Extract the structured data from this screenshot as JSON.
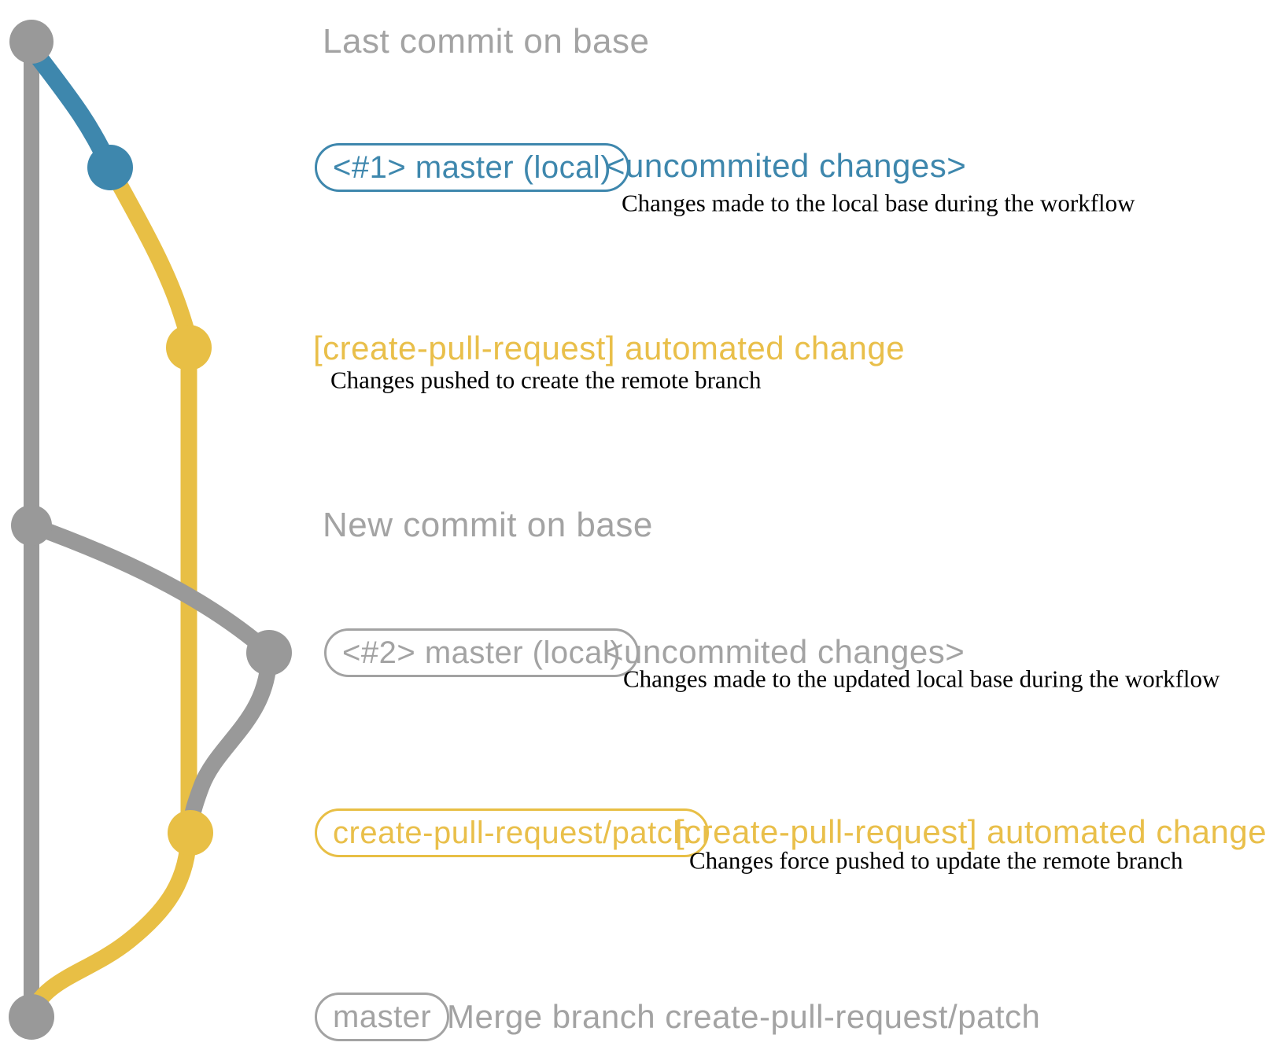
{
  "colors": {
    "gray": "#999999",
    "gray_text": "#a3a3a3",
    "blue": "#3e87ad",
    "yellow": "#e8bf45",
    "yellow_text": "#e9bf4a",
    "black": "#000000",
    "background": "#ffffff"
  },
  "graph": {
    "branches": [
      {
        "name": "base-branch",
        "color": "#999999"
      },
      {
        "name": "local-master-branch",
        "color": "#3e87ad"
      },
      {
        "name": "create-pull-request-patch-branch",
        "color": "#e8bf45"
      }
    ],
    "commits": [
      {
        "name": "last-commit-on-base",
        "color": "#999999"
      },
      {
        "name": "local-uncommitted-changes-1",
        "color": "#3e87ad"
      },
      {
        "name": "automated-change-commit-1",
        "color": "#e8bf45"
      },
      {
        "name": "new-commit-on-base",
        "color": "#999999"
      },
      {
        "name": "local-uncommitted-changes-2",
        "color": "#999999"
      },
      {
        "name": "automated-change-commit-2",
        "color": "#e8bf45"
      },
      {
        "name": "merge-commit",
        "color": "#999999"
      }
    ]
  },
  "rows": {
    "row1": {
      "annotation": "Last commit on base"
    },
    "row2": {
      "badge": "<#1> master (local)",
      "heading": "<uncommited changes>",
      "detail": "Changes made to the local base during the workflow"
    },
    "row3": {
      "heading": "[create-pull-request] automated change",
      "detail": "Changes pushed to create the remote branch"
    },
    "row4": {
      "annotation": "New commit on base"
    },
    "row5": {
      "badge": "<#2> master (local)",
      "heading": "<uncommited changes>",
      "detail": "Changes made to the updated local base during the workflow"
    },
    "row6": {
      "badge": "create-pull-request/patch",
      "heading": "[create-pull-request] automated change",
      "detail": "Changes force pushed to update the remote branch"
    },
    "row7": {
      "badge": "master",
      "heading": "Merge branch create-pull-request/patch"
    }
  }
}
